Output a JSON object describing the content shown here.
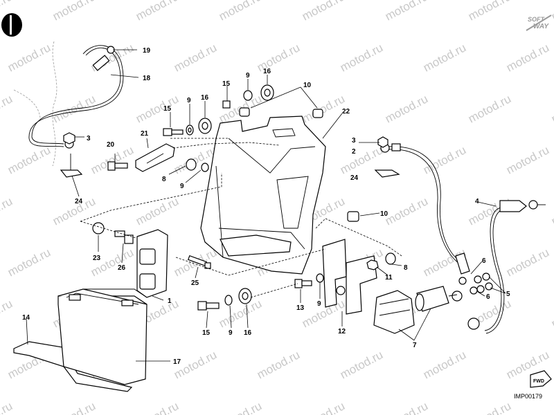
{
  "watermark_text": "motod.ru",
  "brand": {
    "line1": "SOFT",
    "line2": "WAY"
  },
  "image_code": "IMP00179",
  "fwd_label": "FWD",
  "callouts": {
    "c1": "1",
    "c2": "2",
    "c3a": "3",
    "c3b": "3",
    "c4": "4",
    "c5": "5",
    "c6a": "6",
    "c6b": "6",
    "c7": "7",
    "c8a": "8",
    "c8b": "8",
    "c9a": "9",
    "c9b": "9",
    "c9c": "9",
    "c9d": "9",
    "c9e": "9",
    "c10a": "10",
    "c10b": "10",
    "c11": "11",
    "c12": "12",
    "c13": "13",
    "c14": "14",
    "c15a": "15",
    "c15b": "15",
    "c15c": "15",
    "c16a": "16",
    "c16b": "16",
    "c16c": "16",
    "c17": "17",
    "c18": "18",
    "c19": "19",
    "c20": "20",
    "c21": "21",
    "c22": "22",
    "c23": "23",
    "c24a": "24",
    "c24b": "24",
    "c25": "25",
    "c26": "26"
  }
}
